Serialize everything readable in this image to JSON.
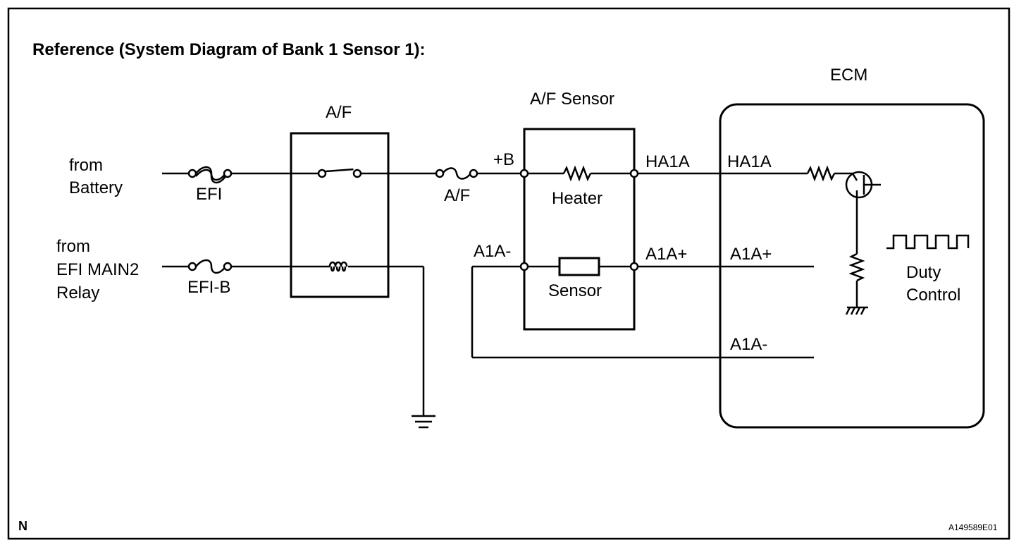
{
  "title": "Reference (System Diagram of Bank 1 Sensor 1):",
  "labels": {
    "from_battery_1": "from",
    "from_battery_2": "Battery",
    "from_efi_1": "from",
    "from_efi_2": "EFI MAIN2",
    "from_efi_3": "Relay",
    "fuse_efi": "EFI",
    "fuse_efib": "EFI-B",
    "relay": "A/F",
    "fuse_af": "A/F",
    "sensor_title": "A/F Sensor",
    "plus_b": "+B",
    "heater": "Heater",
    "sensor": "Sensor",
    "a1a_minus_left": "A1A-",
    "ha1a_sensor": "HA1A",
    "a1a_plus_sensor": "A1A+",
    "ecm": "ECM",
    "ha1a_ecm": "HA1A",
    "a1a_plus_ecm": "A1A+",
    "a1a_minus_ecm": "A1A-",
    "duty_1": "Duty",
    "duty_2": "Control"
  },
  "footer": {
    "corner_left": "N",
    "figure_id": "A149589E01"
  }
}
